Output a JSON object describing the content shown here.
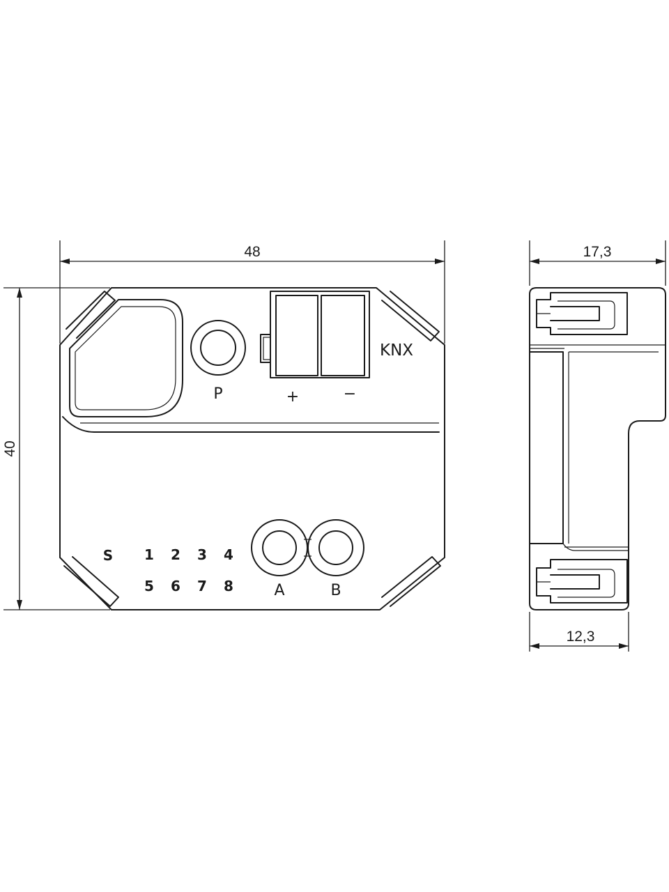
{
  "dimensions": {
    "width": "48",
    "height": "40",
    "depth_top": "17,3",
    "depth_bottom": "12,3"
  },
  "labels": {
    "button_p": "P",
    "terminal_plus": "+",
    "terminal_minus": "−",
    "brand": "KNX",
    "switch_s": "S",
    "ch1": "1",
    "ch2": "2",
    "ch3": "3",
    "ch4": "4",
    "ch5": "5",
    "ch6": "6",
    "ch7": "7",
    "ch8": "8",
    "button_a": "A",
    "button_b": "B"
  }
}
